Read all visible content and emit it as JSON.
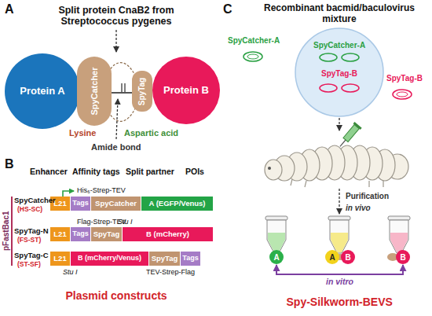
{
  "diagram": {
    "nodes": [
      {
        "text": [
          "Protein A"
        ]
      },
      {
        "text": [
          "SpyCatcher"
        ]
      },
      {
        "text": [
          "SpyTag"
        ]
      },
      {
        "text": [
          "Protein B"
        ]
      },
      {
        "text": [
          "L21"
        ]
      },
      {
        "text": [
          "Tags"
        ]
      },
      {
        "text": [
          "SpyCatcher"
        ]
      },
      {
        "text": [
          "A (EGFP/Venus)"
        ]
      },
      {
        "text": [
          "L21"
        ]
      },
      {
        "text": [
          "Tags"
        ]
      },
      {
        "text": [
          "SpyTag"
        ]
      },
      {
        "text": [
          "B (mCherry)"
        ]
      },
      {
        "text": [
          "L21"
        ]
      },
      {
        "text": [
          "B (mCherry/Venus)"
        ]
      },
      {
        "text": [
          "SpyTag"
        ]
      },
      {
        "text": [
          "Tags"
        ]
      },
      {
        "text": [
          "A"
        ]
      },
      {
        "text": [
          "A"
        ]
      },
      {
        "text": [
          "B"
        ]
      },
      {
        "text": [
          "B"
        ]
      }
    ],
    "edges": [
      {
        "from": 16,
        "to": 19,
        "arrow": "both",
        "label": "in vitro"
      }
    ],
    "labels": [
      "A",
      "Split protein CnaB2 from Streptococcus pygenes",
      "Lysine",
      "Aspartic acid",
      "Amide bond",
      "B",
      "Enhancer",
      "Affinity tags",
      "Split partner",
      "POIs",
      "His₆-Strep-TEV",
      "pFastBac1",
      "SpyCatcher",
      "(HS-SC)",
      "Flag-Strep-TEV",
      "Stu I",
      "SpyTag-N",
      "(FS-ST)",
      "SpyTag-C",
      "(ST-SF)",
      "Stu I",
      "TEV-Strep-Flag",
      "Plasmid constructs",
      "C",
      "Recombinant bacmid/baculovirus mixture",
      "SpyCatcher-A",
      "SpyCatcher-A",
      "SpyTag-B",
      "SpyTag-B",
      "Purification",
      "in vivo",
      "Spy-Silkworm-BEVS"
    ]
  }
}
